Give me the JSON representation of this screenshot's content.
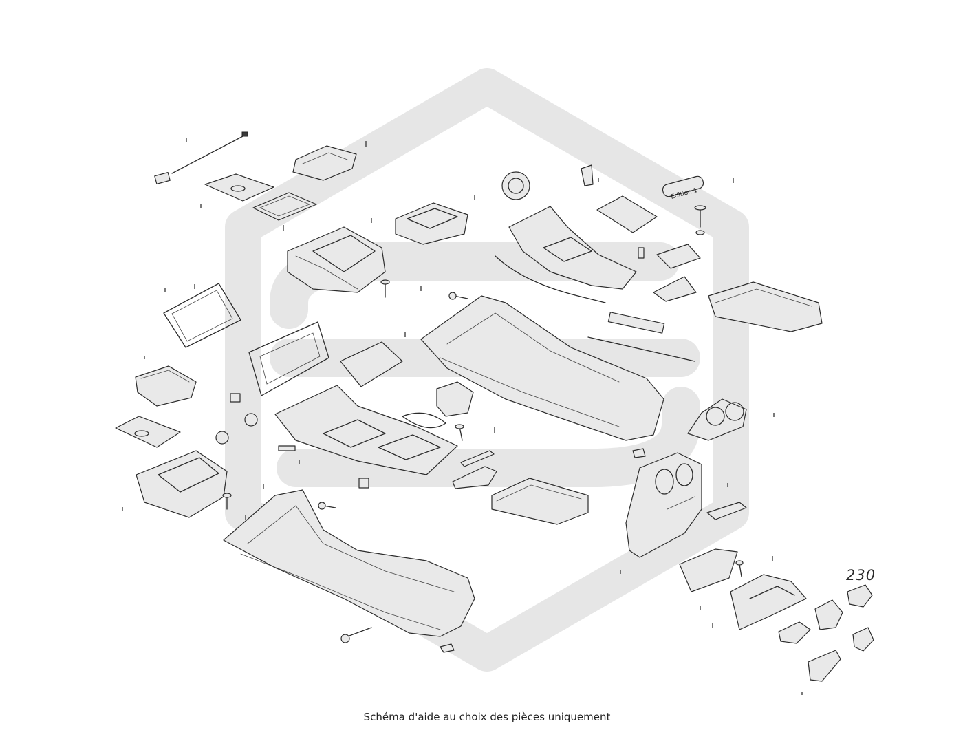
{
  "caption": "Schéma d'aide au choix des pièces uniquement",
  "reference_number": "230",
  "badge_text": "Edition 1",
  "watermark": {
    "icon": "hexagon-s-logo-watermark",
    "color": "#e6e6e6"
  },
  "colors": {
    "line": "#2b2b2b",
    "shade": "#e9e9e9"
  }
}
